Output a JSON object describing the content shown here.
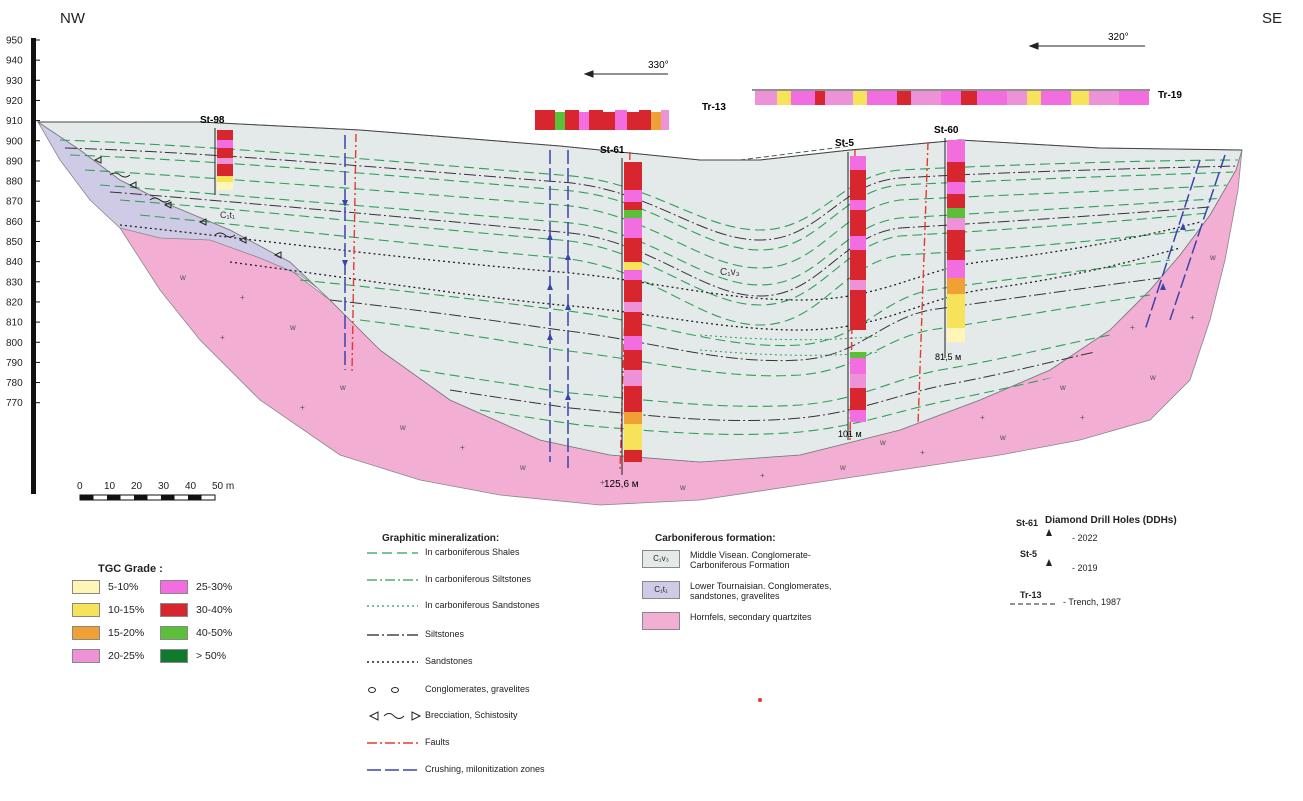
{
  "labels": {
    "nw": "NW",
    "se": "SE",
    "dir1": "330°",
    "dir2": "320°",
    "tr13": "Tr-13",
    "tr19": "Tr-19",
    "st98": "St-98",
    "st61": "St-61",
    "st5": "St-5",
    "st60": "St-60",
    "depth61": "125,6 м",
    "depth5": "101 м",
    "depth60": "81,5 м",
    "c1v3": "C₁v₃",
    "c1t1": "C₁t₁"
  },
  "elevation_axis": [
    "950",
    "940",
    "930",
    "920",
    "910",
    "900",
    "890",
    "880",
    "870",
    "860",
    "850",
    "840",
    "830",
    "820",
    "810",
    "800",
    "790",
    "780",
    "770"
  ],
  "scale_bar": {
    "ticks": [
      "0",
      "10",
      "20",
      "30",
      "40",
      "50 m"
    ]
  },
  "tgc_legend": {
    "title": "TGC Grade :",
    "items": [
      {
        "label": "5-10%",
        "color": "#fff5b8"
      },
      {
        "label": "10-15%",
        "color": "#f7e35a"
      },
      {
        "label": "15-20%",
        "color": "#f1a035"
      },
      {
        "label": "20-25%",
        "color": "#ee92d8"
      },
      {
        "label": "25-30%",
        "color": "#f26ee0"
      },
      {
        "label": "30-40%",
        "color": "#d8262e"
      },
      {
        "label": "40-50%",
        "color": "#5cbf3a"
      },
      {
        "label": "> 50%",
        "color": "#0f7a2e"
      }
    ]
  },
  "graphitic_legend": {
    "title": "Graphitic mineralization:",
    "items": [
      {
        "label": "In carboniferous Shales"
      },
      {
        "label": "In carboniferous Siltstones"
      },
      {
        "label": "In carboniferous Sandstones"
      },
      {
        "label": "Siltstones"
      },
      {
        "label": "Sandstones"
      },
      {
        "label": "Conglomerates, gravelites"
      },
      {
        "label": "Brecciation, Schistosity"
      },
      {
        "label": "Faults"
      },
      {
        "label": "Crushing, milonitization zones"
      }
    ]
  },
  "formation_legend": {
    "title": "Carboniferous formation:",
    "items": [
      {
        "code": "C₁v₃",
        "label": "Middle Visean. Conglomerate-Carboniferous Formation",
        "color": "#e4eaea"
      },
      {
        "code": "C₁t₁",
        "label": "Lower Tournaisian. Conglomerates, sandstones, gravelites",
        "color": "#cfcbe6"
      },
      {
        "code": "",
        "label": "Hornfels, secondary quartzites",
        "color": "#f3aed3"
      }
    ]
  },
  "ddh_legend": {
    "title": "Diamond Drill Holes (DDHs)",
    "items": [
      {
        "code": "St-61",
        "label": "- 2022"
      },
      {
        "code": "St-5",
        "label": "- 2019"
      },
      {
        "code": "Tr-13",
        "label": "- Trench, 1987"
      }
    ]
  },
  "colors": {
    "rock_c1v3": "#e4eaea",
    "rock_c1t1": "#cfcbe6",
    "hornfels": "#f3aed3",
    "shale_line": "#2f9e5a",
    "fault": "#e8382e",
    "crush": "#3a45a8"
  }
}
